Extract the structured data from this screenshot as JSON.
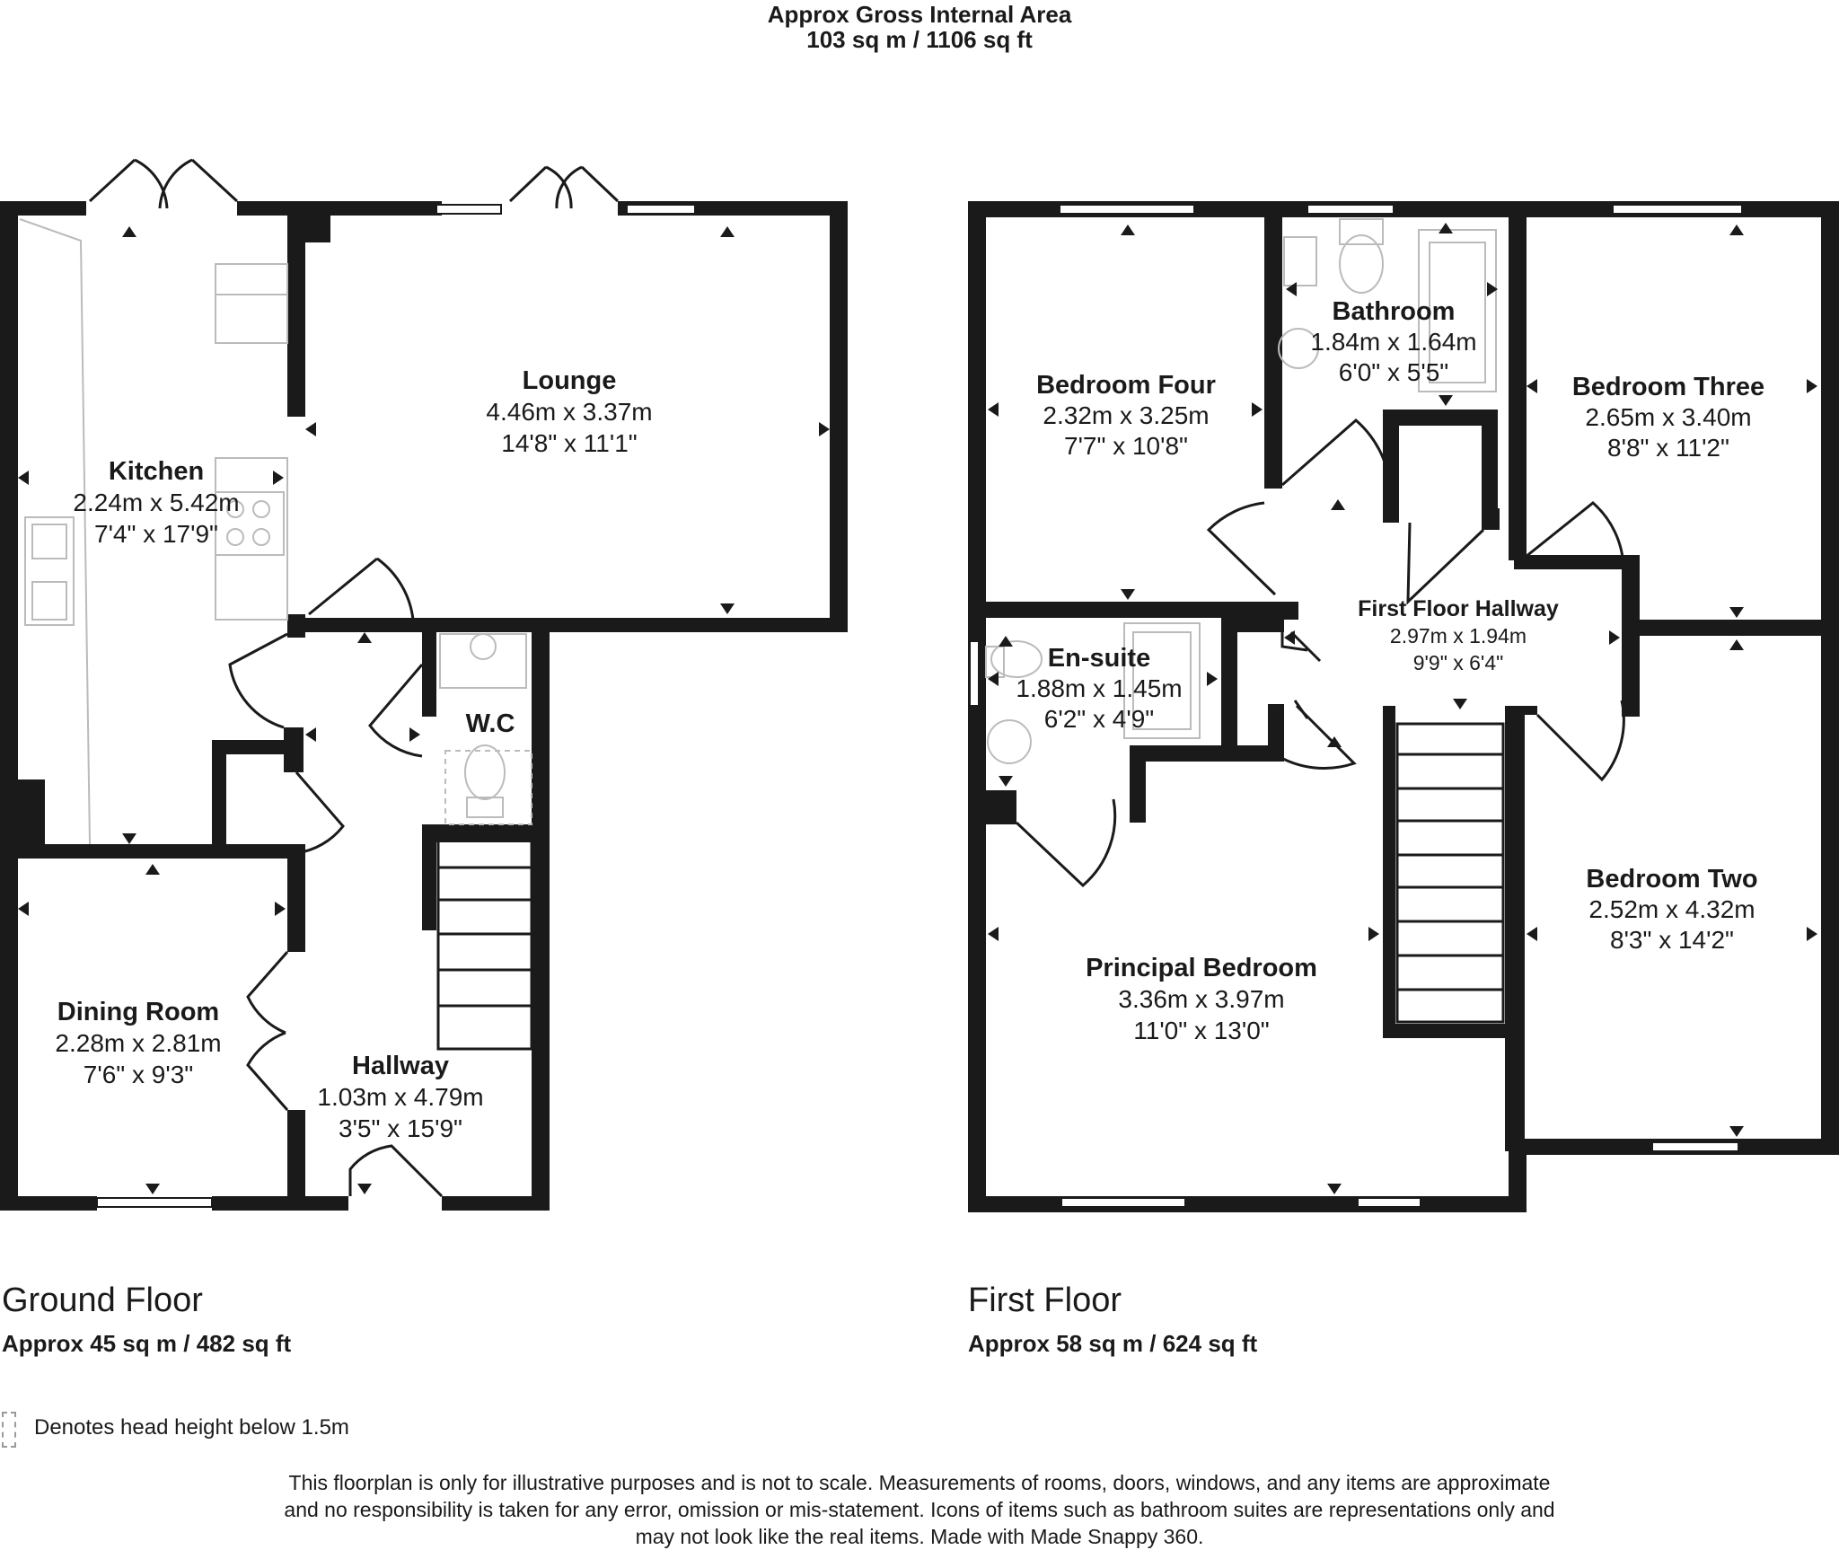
{
  "header": {
    "title": "Approx Gross Internal Area",
    "total_area": "103 sq m / 1106 sq ft"
  },
  "ground_floor": {
    "name": "Ground Floor",
    "area": "Approx 45 sq m / 482 sq ft",
    "rooms": {
      "kitchen": {
        "name": "Kitchen",
        "metric": "2.24m x 5.42m",
        "imperial": "7'4\" x 17'9\""
      },
      "lounge": {
        "name": "Lounge",
        "metric": "4.46m x 3.37m",
        "imperial": "14'8\" x 11'1\""
      },
      "wc": {
        "name": "W.C"
      },
      "dining": {
        "name": "Dining Room",
        "metric": "2.28m x 2.81m",
        "imperial": "7'6\" x 9'3\""
      },
      "hallway": {
        "name": "Hallway",
        "metric": "1.03m x 4.79m",
        "imperial": "3'5\" x 15'9\""
      }
    }
  },
  "first_floor": {
    "name": "First Floor",
    "area": "Approx 58 sq m / 624 sq ft",
    "rooms": {
      "bedroom_four": {
        "name": "Bedroom Four",
        "metric": "2.32m x 3.25m",
        "imperial": "7'7\" x 10'8\""
      },
      "bathroom": {
        "name": "Bathroom",
        "metric": "1.84m x 1.64m",
        "imperial": "6'0\" x 5'5\""
      },
      "bedroom_three": {
        "name": "Bedroom Three",
        "metric": "2.65m x 3.40m",
        "imperial": "8'8\" x 11'2\""
      },
      "hallway": {
        "name": "First Floor Hallway",
        "metric": "2.97m x 1.94m",
        "imperial": "9'9\" x 6'4\""
      },
      "ensuite": {
        "name": "En-suite",
        "metric": "1.88m x 1.45m",
        "imperial": "6'2\" x 4'9\""
      },
      "principal": {
        "name": "Principal Bedroom",
        "metric": "3.36m x 3.97m",
        "imperial": "11'0\" x 13'0\""
      },
      "bedroom_two": {
        "name": "Bedroom Two",
        "metric": "2.52m x 4.32m",
        "imperial": "8'3\" x 14'2\""
      }
    }
  },
  "legend": {
    "head_height": "Denotes head height below 1.5m"
  },
  "disclaimer": [
    "This floorplan is only for illustrative purposes and is not to scale. Measurements of rooms, doors, windows, and any items are approximate",
    "and no responsibility is taken for any error, omission or mis-statement. Icons of items such as bathroom suites are representations only and",
    "may not look like the real items. Made with Made Snappy 360."
  ],
  "colors": {
    "wall": "#1a1a1a",
    "fixture": "#bbbbbb"
  }
}
